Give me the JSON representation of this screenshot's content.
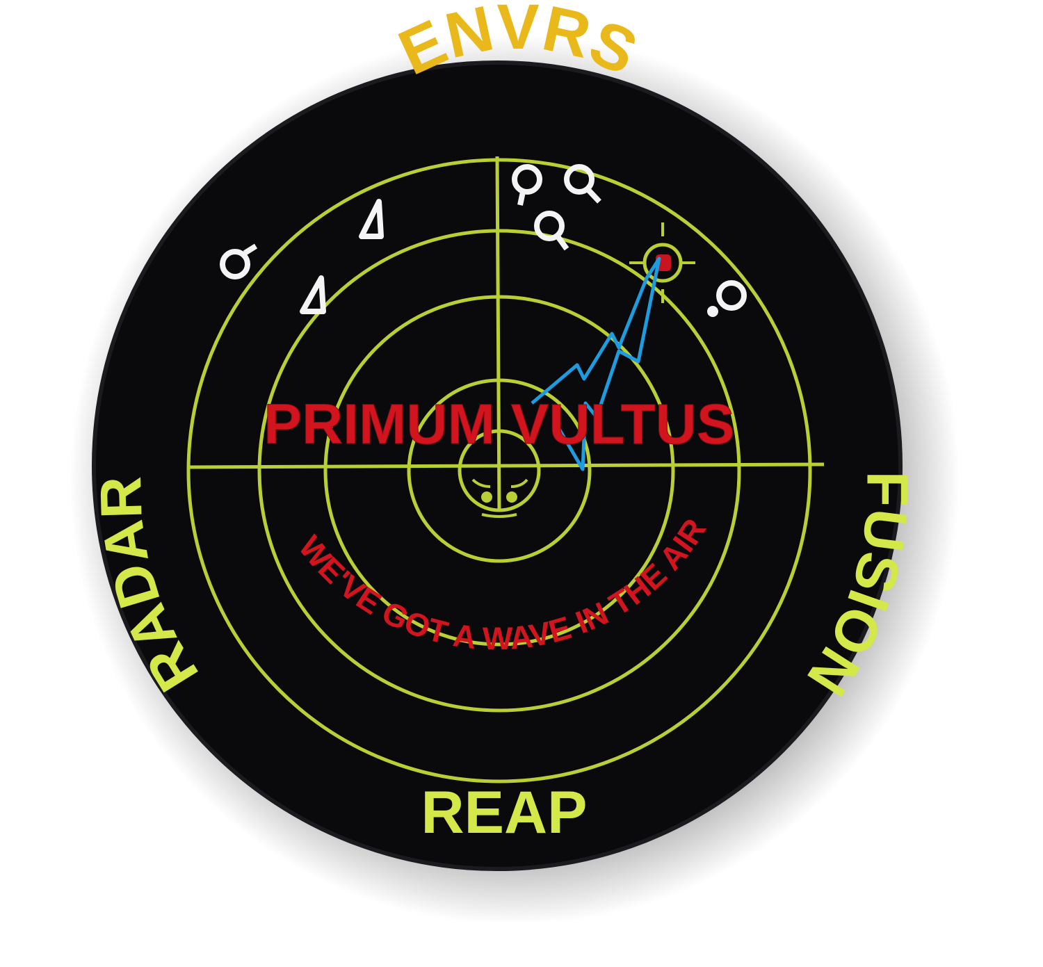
{
  "patch": {
    "top_label": "ENVRS",
    "left_label": "RADAR",
    "right_label": "FUSION",
    "bottom_label": "REAP",
    "motto": "PRIMUM VULTUS",
    "inner_arc_text": "WE'VE GOT A WAVE IN THE AIR",
    "center_emblem": "skull-icon",
    "contact_symbols": [
      "aircraft-contact-icon",
      "triangle-contact-icon",
      "triangle-contact-icon",
      "aircraft-contact-icon",
      "aircraft-contact-icon",
      "aircraft-contact-icon",
      "aircraft-contact-icon"
    ],
    "target_marker": "crosshair-target-icon",
    "signal_trace": "lightning-wave-icon"
  },
  "colors": {
    "background": "#ffffff",
    "patch_fill": "#0a0a0c",
    "grid_green": "#b9cf34",
    "label_yellow": "#e9b81a",
    "label_lime": "#d4e84a",
    "motto_red": "#d2141e",
    "contact_white": "#f4f4f4",
    "signal_blue": "#1e9ce0"
  }
}
